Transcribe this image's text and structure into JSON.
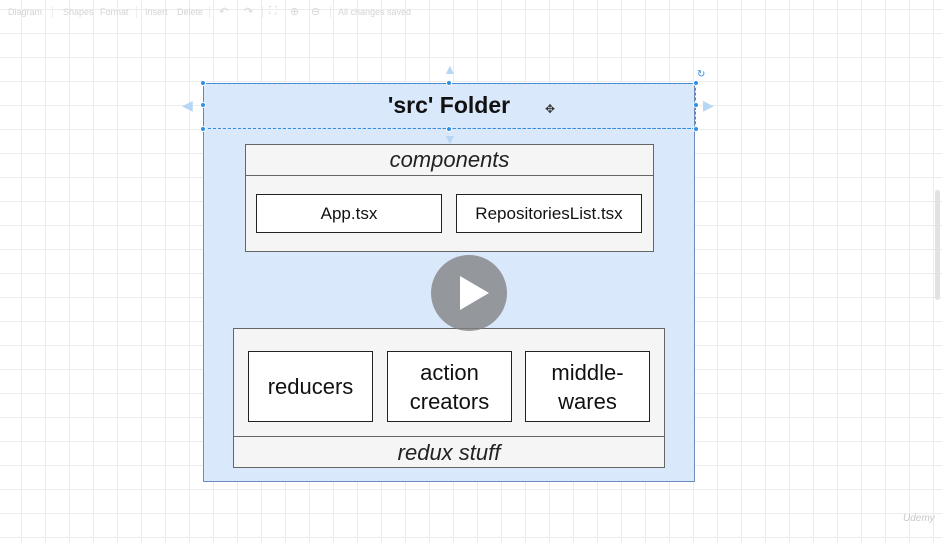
{
  "toolbar": {
    "diagram_menu": "Diagram",
    "shapes_label": "Shapes",
    "format_label": "Format",
    "insert_label": "Insert",
    "delete_label": "Delete",
    "undo_icon": "undo-icon",
    "redo_icon": "redo-icon",
    "fullscreen_icon": "fullscreen-icon",
    "zoom_in_icon": "zoom-in-icon",
    "zoom_out_icon": "zoom-out-icon",
    "save_status": "All changes saved"
  },
  "diagram": {
    "container_title": "'src' Folder",
    "components_group": {
      "label": "components",
      "items": [
        "App.tsx",
        "RepositoriesList.tsx"
      ]
    },
    "redux_group": {
      "label": "redux stuff",
      "items": [
        "reducers",
        "action\ncreators",
        "middle-\nwares"
      ]
    }
  },
  "overlay": {
    "play_icon": "play-icon",
    "watermark": "Udemy"
  },
  "colors": {
    "container_fill": "#dae8fc",
    "container_border": "#6c8ebf",
    "group_fill": "#f5f5f5",
    "selection": "#2f8fe5"
  }
}
